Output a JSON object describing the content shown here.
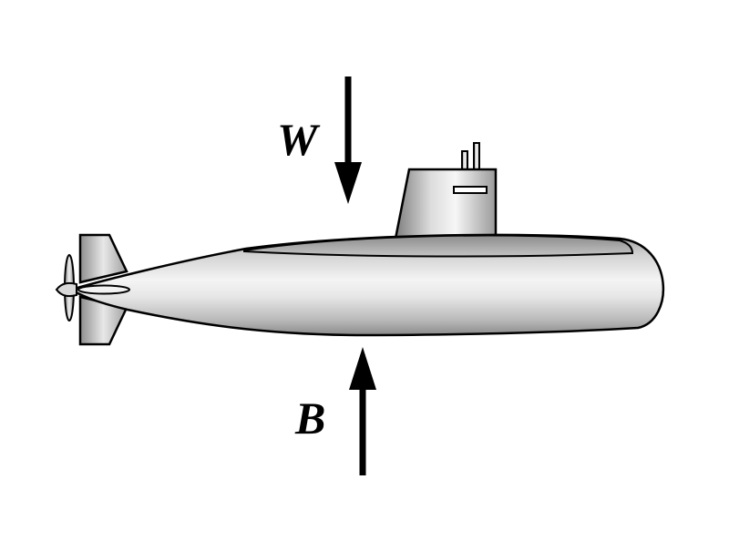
{
  "diagram": {
    "forces": {
      "weight_label": "W",
      "buoyancy_label": "B"
    },
    "object": "submarine",
    "colors": {
      "hull_light": "#f7f7f7",
      "hull_mid": "#c8c8c8",
      "hull_dark": "#7a7a7a",
      "outline": "#000000",
      "arrow": "#000000"
    },
    "icons": {
      "weight_arrow": "arrow-down-icon",
      "buoyancy_arrow": "arrow-up-icon"
    }
  }
}
